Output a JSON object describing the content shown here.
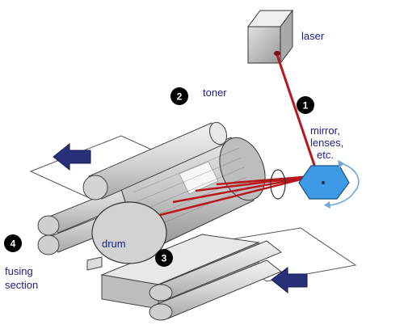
{
  "labels": {
    "laser": "laser",
    "toner": "toner",
    "mirror_line1": "mirror,",
    "mirror_line2": "lenses,",
    "mirror_line3": "etc.",
    "drum": "drum",
    "fusing_line1": "fusing",
    "fusing_line2": "section"
  },
  "step_numbers": {
    "mirror": "1",
    "toner": "2",
    "drum_contact": "3",
    "fusing": "4"
  },
  "colors": {
    "label_text": "#1a1f8c",
    "laser_beam": "#b8171c",
    "arrow_fill": "#28307a",
    "mirror_fill": "#3d9be6",
    "roller_fill": "#d9d9d9",
    "outline": "#333333",
    "paper": "#ffffff"
  },
  "icons": [
    "paper-direction-arrow-icon",
    "rotation-arrow-icon"
  ]
}
